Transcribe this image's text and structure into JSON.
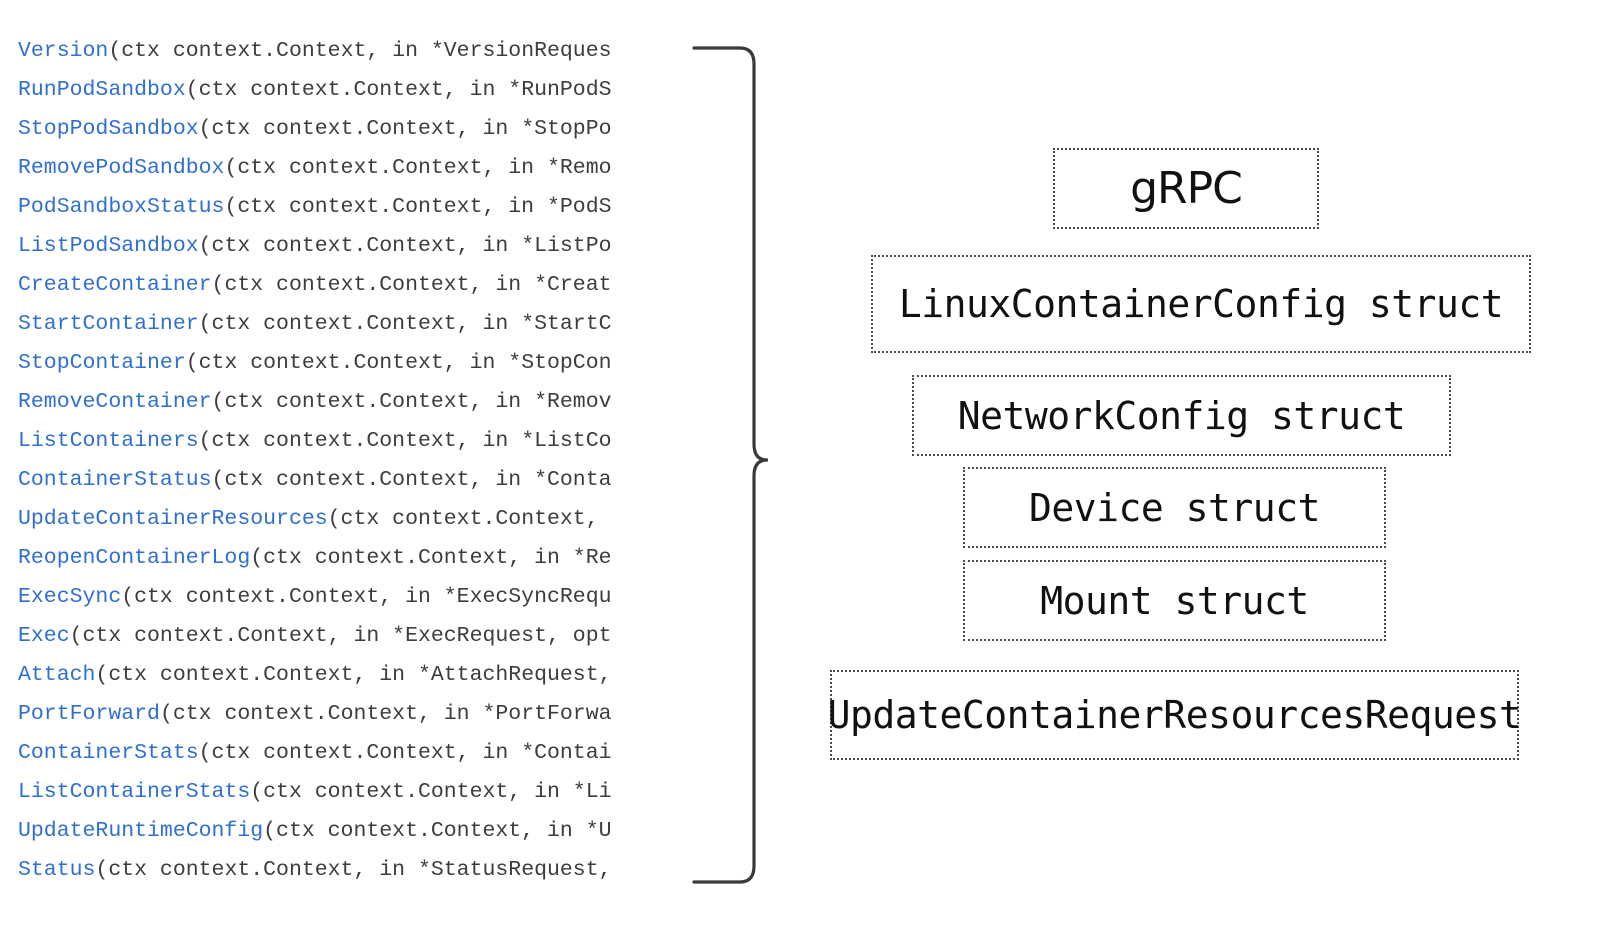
{
  "diagram": {
    "title": "CRI RuntimeService gRPC interface and message structs",
    "accent_color": "#2f6fd0",
    "box_border_color": "#4a4a4a",
    "text_color": "#3d3d3d"
  },
  "method_list": {
    "common_params": "(ctx context.Context, in *",
    "lines": [
      {
        "name": "Version",
        "signature": "(ctx context.Context, in *VersionReques"
      },
      {
        "name": "RunPodSandbox",
        "signature": "(ctx context.Context, in *RunPodS"
      },
      {
        "name": "StopPodSandbox",
        "signature": "(ctx context.Context, in *StopPo"
      },
      {
        "name": "RemovePodSandbox",
        "signature": "(ctx context.Context, in *Remo"
      },
      {
        "name": "PodSandboxStatus",
        "signature": "(ctx context.Context, in *PodS"
      },
      {
        "name": "ListPodSandbox",
        "signature": "(ctx context.Context, in *ListPo"
      },
      {
        "name": "CreateContainer",
        "signature": "(ctx context.Context, in *Creat"
      },
      {
        "name": "StartContainer",
        "signature": "(ctx context.Context, in *StartC"
      },
      {
        "name": "StopContainer",
        "signature": "(ctx context.Context, in *StopCon"
      },
      {
        "name": "RemoveContainer",
        "signature": "(ctx context.Context, in *Remov"
      },
      {
        "name": "ListContainers",
        "signature": "(ctx context.Context, in *ListCo"
      },
      {
        "name": "ContainerStatus",
        "signature": "(ctx context.Context, in *Conta"
      },
      {
        "name": "UpdateContainerResources",
        "signature": "(ctx context.Context, "
      },
      {
        "name": "ReopenContainerLog",
        "signature": "(ctx context.Context, in *Re"
      },
      {
        "name": "ExecSync",
        "signature": "(ctx context.Context, in *ExecSyncRequ"
      },
      {
        "name": "Exec",
        "signature": "(ctx context.Context, in *ExecRequest, opt"
      },
      {
        "name": "Attach",
        "signature": "(ctx context.Context, in *AttachRequest,"
      },
      {
        "name": "PortForward",
        "signature": "(ctx context.Context, in *PortForwa"
      },
      {
        "name": "ContainerStats",
        "signature": "(ctx context.Context, in *Contai"
      },
      {
        "name": "ListContainerStats",
        "signature": "(ctx context.Context, in *Li"
      },
      {
        "name": "UpdateRuntimeConfig",
        "signature": "(ctx context.Context, in *U"
      },
      {
        "name": "Status",
        "signature": "(ctx context.Context, in *StatusRequest,"
      }
    ]
  },
  "brace": {
    "orientation": "right-facing",
    "spans_lines": "Version through Status"
  },
  "boxes": [
    {
      "id": "grpc",
      "label": "gRPC",
      "style": "sans"
    },
    {
      "id": "linux",
      "label": "LinuxContainerConfig struct",
      "style": "mono"
    },
    {
      "id": "network",
      "label": "NetworkConfig struct",
      "style": "mono"
    },
    {
      "id": "device",
      "label": "Device struct",
      "style": "mono"
    },
    {
      "id": "mount",
      "label": "Mount struct",
      "style": "mono"
    },
    {
      "id": "ucrr",
      "label": "UpdateContainerResourcesRequest",
      "style": "mono"
    }
  ]
}
